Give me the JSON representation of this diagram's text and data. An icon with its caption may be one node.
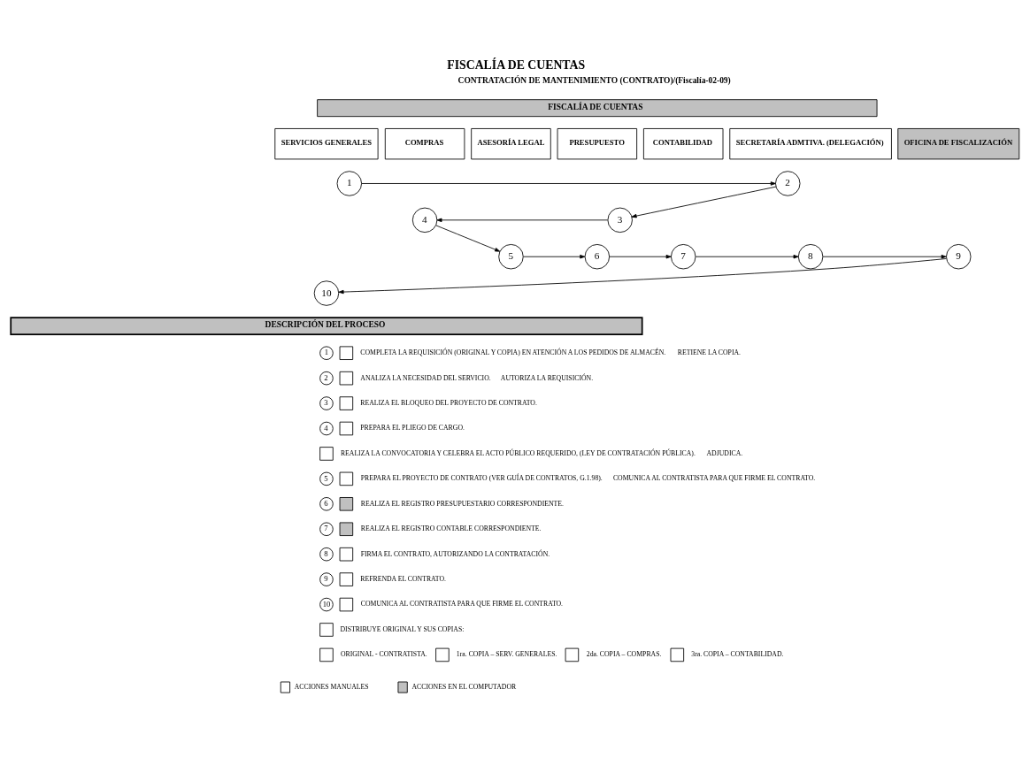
{
  "diagram": {
    "title": "FISCALÍA DE CUENTAS",
    "nodes": [
      {
        "text": [
          "FISCALÍA DE CUENTAS"
        ]
      },
      {
        "text": [
          "SERVICIOS GENERALES"
        ]
      },
      {
        "text": [
          "COMPRAS"
        ]
      },
      {
        "text": [
          "ASESORÍA LEGAL"
        ]
      },
      {
        "text": [
          "PRESUPUESTO"
        ]
      },
      {
        "text": [
          "CONTABILIDAD"
        ]
      },
      {
        "text": [
          "SECRETARÍA ADMTIVA. (DELEGACIÓN)"
        ]
      },
      {
        "text": [
          "OFICINA DE FISCALIZACIÓN"
        ]
      },
      {
        "text": [
          "1"
        ]
      },
      {
        "text": [
          "2"
        ]
      },
      {
        "text": [
          "3"
        ]
      },
      {
        "text": [
          "4"
        ]
      },
      {
        "text": [
          "5"
        ]
      },
      {
        "text": [
          "6"
        ]
      },
      {
        "text": [
          "7"
        ]
      },
      {
        "text": [
          "8"
        ]
      },
      {
        "text": [
          "9"
        ]
      },
      {
        "text": [
          "10"
        ]
      },
      {
        "text": [
          "DESCRIPCIÓN DEL PROCESO"
        ]
      },
      {
        "text": [
          "1"
        ]
      },
      {
        "text": [],
        "shape": "box"
      },
      {
        "text": [
          "2"
        ]
      },
      {
        "text": [],
        "shape": "box"
      },
      {
        "text": [
          "3"
        ]
      },
      {
        "text": [],
        "shape": "box"
      },
      {
        "text": [
          "4"
        ]
      },
      {
        "text": [],
        "shape": "box"
      },
      {
        "text": [],
        "shape": "box"
      },
      {
        "text": [
          "5"
        ]
      },
      {
        "text": [],
        "shape": "box"
      },
      {
        "text": [
          "6"
        ]
      },
      {
        "text": [],
        "shape": "box"
      },
      {
        "text": [
          "7"
        ]
      },
      {
        "text": [],
        "shape": "box"
      },
      {
        "text": [
          "8"
        ]
      },
      {
        "text": [],
        "shape": "box"
      },
      {
        "text": [
          "9"
        ]
      },
      {
        "text": [],
        "shape": "box"
      },
      {
        "text": [
          "10"
        ]
      },
      {
        "text": [],
        "shape": "box"
      },
      {
        "text": [],
        "shape": "box"
      },
      {
        "text": [],
        "shape": "box"
      },
      {
        "text": [],
        "shape": "box"
      },
      {
        "text": [],
        "shape": "box"
      },
      {
        "text": [],
        "shape": "box"
      }
    ],
    "edges": [
      {
        "from": 8,
        "to": 9,
        "arrow": "to"
      },
      {
        "from": 9,
        "to": 10,
        "arrow": "to"
      },
      {
        "from": 10,
        "to": 11,
        "arrow": "to"
      },
      {
        "from": 11,
        "to": 12,
        "arrow": "to"
      },
      {
        "from": 12,
        "to": 13,
        "arrow": "to"
      },
      {
        "from": 13,
        "to": 14,
        "arrow": "to"
      },
      {
        "from": 14,
        "to": 15,
        "arrow": "to"
      },
      {
        "from": 15,
        "to": 16,
        "arrow": "to"
      },
      {
        "from": 16,
        "to": 17,
        "arrow": "to"
      }
    ],
    "labels": [
      "CONTRATACIÓN DE MANTENIMIENTO (CONTRATO)/(Fiscalía-02-09)",
      "COMPLETA LA REQUISICIÓN (ORIGINAL Y COPIA) EN ATENCIÓN A LOS PEDIDOS DE ALMACÉN.",
      "RETIENE LA COPIA.",
      "ANALIZA LA NECESIDAD DEL SERVICIO.",
      "AUTORIZA LA REQUISICIÓN.",
      "REALIZA EL BLOQUEO DEL PROYECTO DE CONTRATO.",
      "PREPARA EL PLIEGO DE CARGO.",
      "REALIZA LA CONVOCATORIA Y CELEBRA EL ACTO PÚBLICO REQUERIDO, (LEY DE CONTRATACIÓN PÚBLICA).",
      "ADJUDICA.",
      "PREPARA EL PROYECTO DE CONTRATO (VER GUÍA DE CONTRATOS, G.1.98).",
      "COMUNICA AL CONTRATISTA PARA QUE FIRME EL CONTRATO.",
      "REALIZA EL REGISTRO PRESUPUESTARIO CORRESPONDIENTE.",
      "REALIZA EL REGISTRO CONTABLE CORRESPONDIENTE.",
      "FIRMA EL CONTRATO, AUTORIZANDO LA CONTRATACIÓN.",
      "REFRENDA EL CONTRATO.",
      "COMUNICA AL CONTRATISTA PARA QUE FIRME EL CONTRATO.",
      "DISTRIBUYE ORIGINAL Y SUS COPIAS:",
      "ORIGINAL - CONTRATISTA.",
      "1ra. COPIA – SERV. GENERALES.",
      "2da. COPIA – COMPRAS.",
      "3ra. COPIA – CONTABILIDAD."
    ],
    "legend": [
      {
        "text": "ACCIONES MANUALES",
        "color": "#ffffff"
      },
      {
        "text": "ACCIONES EN EL COMPUTADOR",
        "color": "#c0c0c0"
      }
    ]
  }
}
